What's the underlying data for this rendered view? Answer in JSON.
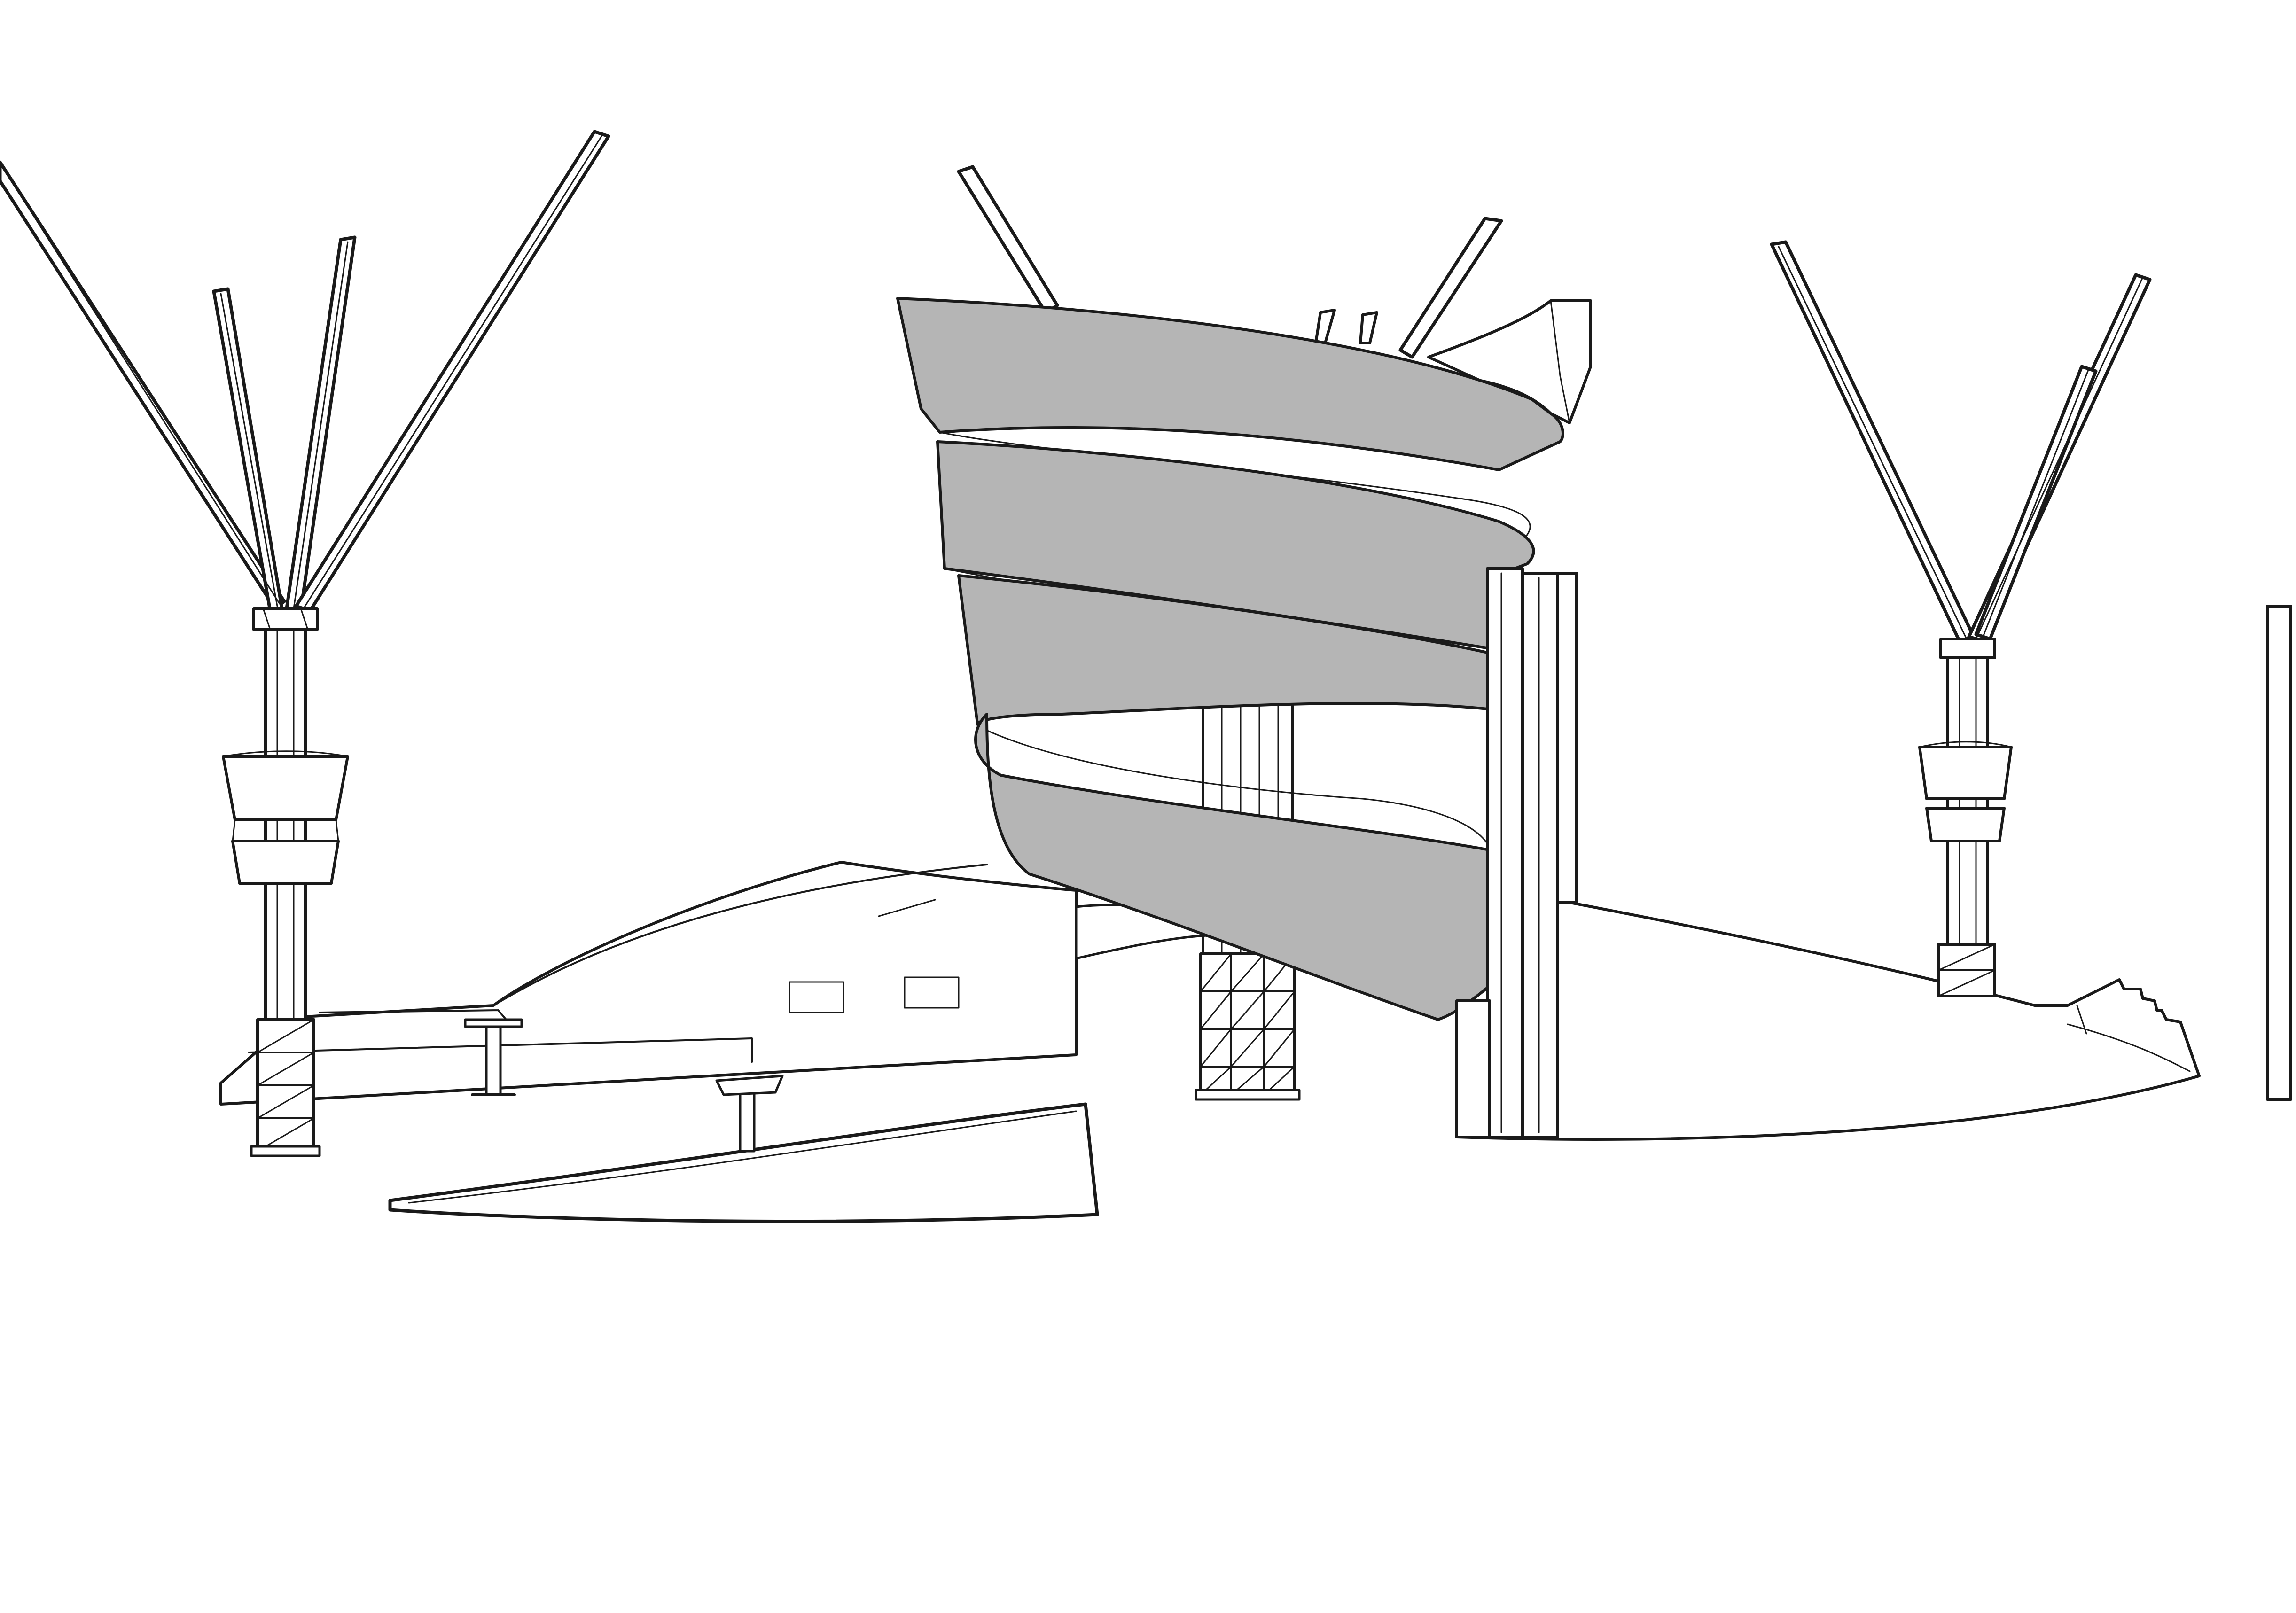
{
  "drawing": {
    "style": "line-art sketch",
    "background_color": "#ffffff",
    "ink_color": "#1a1a1a",
    "band_fill_color": "#b5b5b5",
    "objects": [
      {
        "name": "left-tree-column",
        "icon": "tree-column-icon"
      },
      {
        "name": "central-spiral-tower",
        "icon": "spiral-tower-icon",
        "band_count": 4
      },
      {
        "name": "right-tree-column",
        "icon": "tree-column-icon"
      },
      {
        "name": "ground-plaza",
        "icon": "plaza-icon"
      }
    ]
  }
}
